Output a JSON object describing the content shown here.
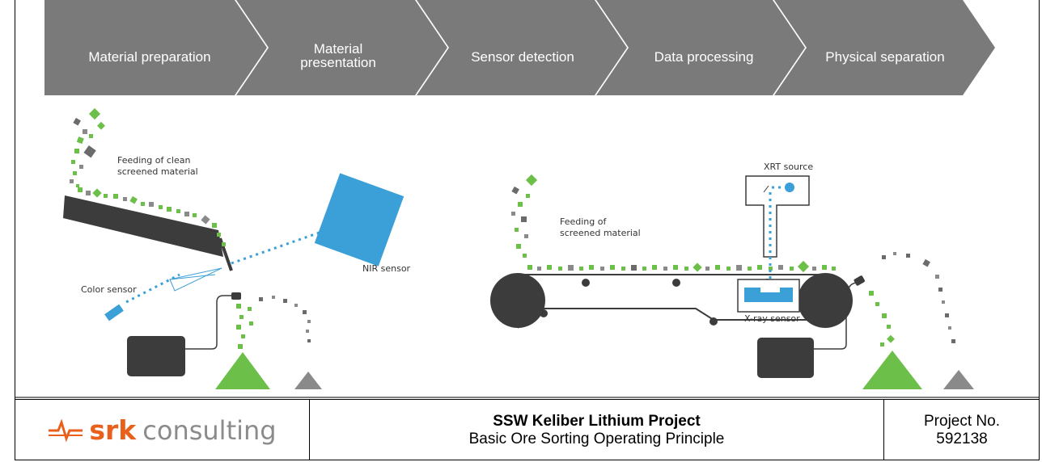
{
  "banner": {
    "steps": [
      [
        "Material preparation"
      ],
      [
        "Material",
        "presentation"
      ],
      [
        "Sensor detection"
      ],
      [
        "Data processing"
      ],
      [
        "Physical separation"
      ]
    ],
    "color": "#7a7a7a"
  },
  "left_sorter": {
    "feed_label": [
      "Feeding of clean",
      "screened material"
    ],
    "nir_label": "NIR sensor",
    "color_label": "Color sensor"
  },
  "right_sorter": {
    "feed_label": [
      "Feeding of",
      "screened material"
    ],
    "xrt_label": "XRT source",
    "xray_label": "X-ray sensor"
  },
  "colors": {
    "green": "#6cc04a",
    "dark": "#3c3c3c",
    "grey": "#8a8a8a",
    "blue": "#3b9fd8"
  },
  "footer": {
    "logo_srk": "srk",
    "logo_consulting": "consulting",
    "title": "SSW Keliber Lithium Project",
    "subtitle": "Basic Ore Sorting Operating Principle",
    "project_label": "Project No.",
    "project_number": "592138"
  }
}
